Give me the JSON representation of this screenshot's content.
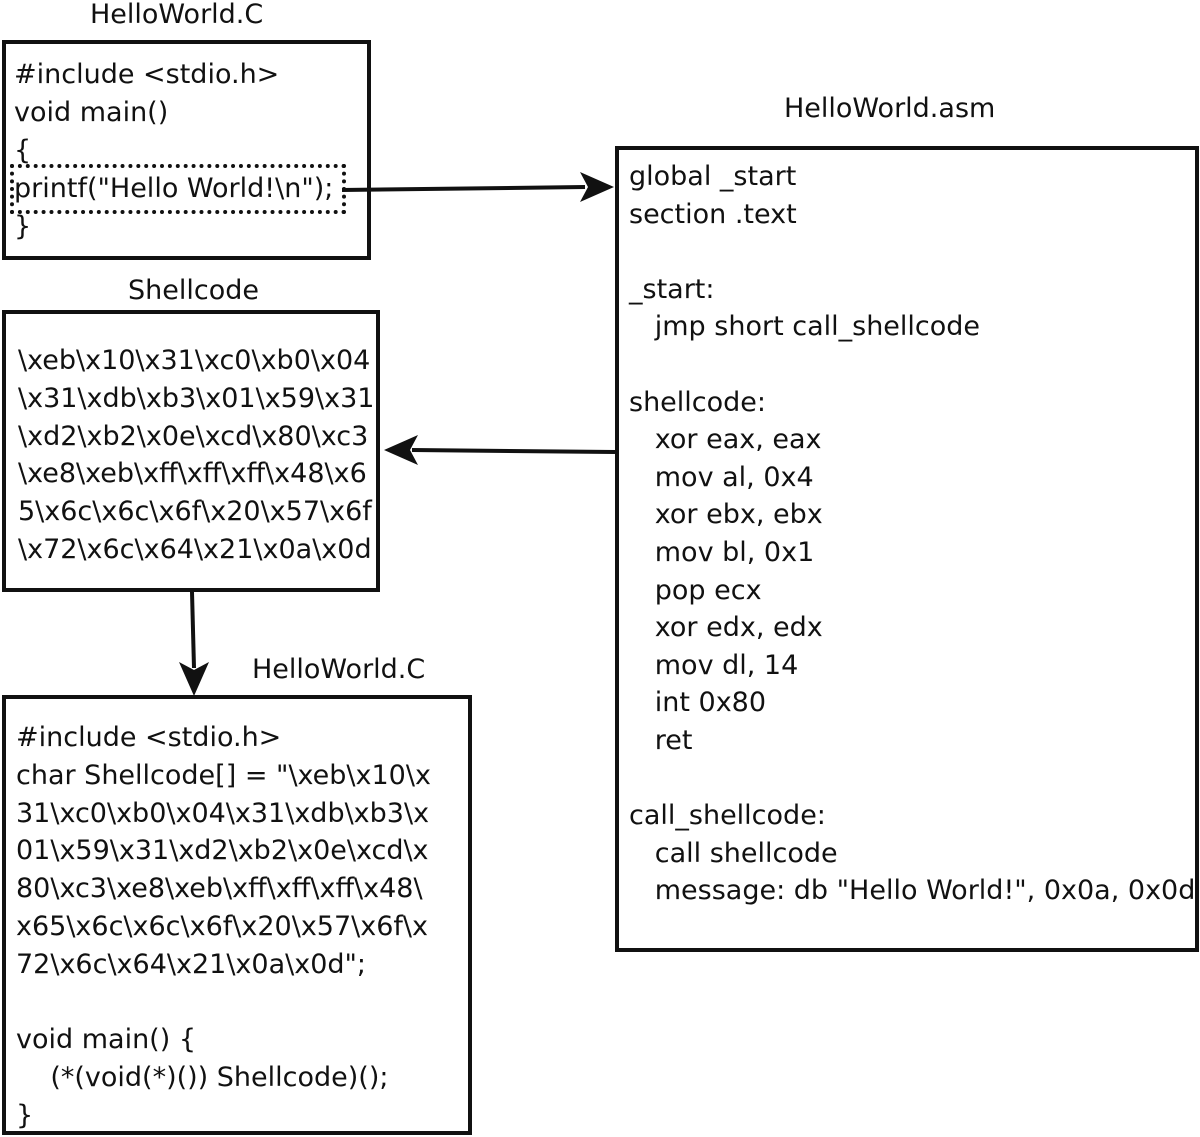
{
  "c_source": {
    "title": "HelloWorld.C",
    "lines": [
      "#include <stdio.h>",
      "void main()",
      "{",
      "printf(\"Hello World!\\n\");",
      "}"
    ]
  },
  "asm_source": {
    "title": "HelloWorld.asm",
    "lines": [
      "global _start",
      "section .text",
      "",
      "_start:",
      "   jmp short call_shellcode",
      "",
      "shellcode:",
      "   xor eax, eax",
      "   mov al, 0x4",
      "   xor ebx, ebx",
      "   mov bl, 0x1",
      "   pop ecx",
      "   xor edx, edx",
      "   mov dl, 14",
      "   int 0x80",
      "   ret",
      "",
      "call_shellcode:",
      "   call shellcode",
      "   message: db \"Hello World!\", 0x0a, 0x0d"
    ]
  },
  "shellcode": {
    "title": "Shellcode",
    "lines": [
      "\\xeb\\x10\\x31\\xc0\\xb0\\x04",
      "\\x31\\xdb\\xb3\\x01\\x59\\x31",
      "\\xd2\\xb2\\x0e\\xcd\\x80\\xc3",
      "\\xe8\\xeb\\xff\\xff\\xff\\x48\\x6",
      "5\\x6c\\x6c\\x6f\\x20\\x57\\x6f",
      "\\x72\\x6c\\x64\\x21\\x0a\\x0d"
    ]
  },
  "c_loader": {
    "title": "HelloWorld.C",
    "lines": [
      "#include <stdio.h>",
      "char Shellcode[] = \"\\xeb\\x10\\x",
      "31\\xc0\\xb0\\x04\\x31\\xdb\\xb3\\x",
      "01\\x59\\x31\\xd2\\xb2\\x0e\\xcd\\x",
      "80\\xc3\\xe8\\xeb\\xff\\xff\\xff\\x48\\",
      "x65\\x6c\\x6c\\x6f\\x20\\x57\\x6f\\x",
      "72\\x6c\\x64\\x21\\x0a\\x0d\";",
      "",
      "void main() {",
      "    (*(void(*)()) Shellcode)();",
      "}"
    ]
  }
}
